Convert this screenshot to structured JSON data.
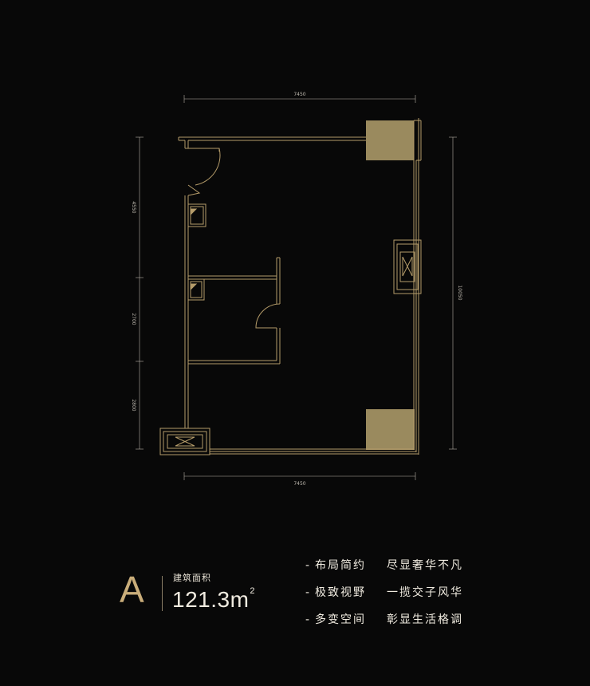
{
  "plan": {
    "dimensions": {
      "top_width": "7450",
      "bottom_width": "7450",
      "right_height": "10050",
      "left_segments": [
        "4550",
        "2700",
        "2800"
      ]
    },
    "colors": {
      "wall": "#b59c6a",
      "accent_fill": "#9a8a5e",
      "dim_line": "#b5b0a6",
      "background": "#080808"
    }
  },
  "unit": {
    "letter": "A",
    "area_label": "建筑面积",
    "area_value": "121.3m",
    "area_superscript": "2"
  },
  "features": [
    {
      "a": "布局简约",
      "b": "尽显奢华不凡"
    },
    {
      "a": "极致视野",
      "b": "一揽交子风华"
    },
    {
      "a": "多变空间",
      "b": "彰显生活格调"
    }
  ]
}
